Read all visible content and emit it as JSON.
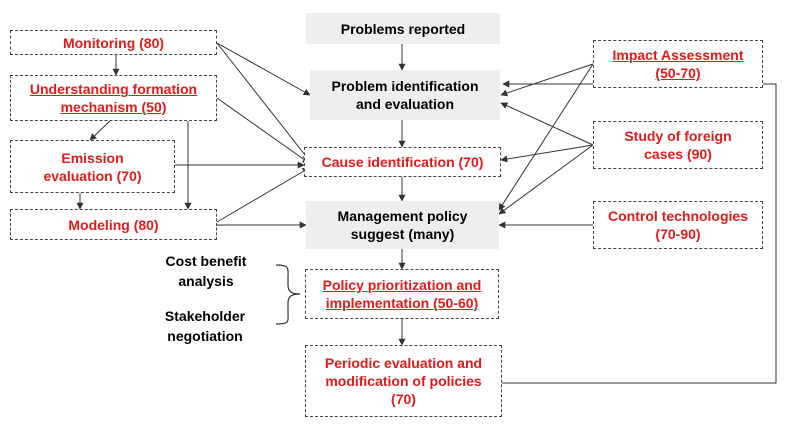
{
  "colors": {
    "red_text": "#e01b1b",
    "gray_box": "#eeeeee",
    "arrow": "#333333"
  },
  "left_column": {
    "monitoring": "Monitoring (80)",
    "understanding": "Understanding formation mechanism (50)",
    "emission": "Emission evaluation (70)",
    "modeling": "Modeling (80)"
  },
  "center_column": {
    "problems_reported": "Problems reported",
    "problem_identification": "Problem identification and evaluation",
    "cause_identification": "Cause identification (70)",
    "management_policy": "Management policy suggest (many)",
    "policy_prioritization": "Policy prioritization and implementation (50-60)",
    "periodic_evaluation": "Periodic evaluation and modification of policies (70)"
  },
  "right_column": {
    "impact_assessment": "Impact Assessment (50-70)",
    "foreign_cases": "Study of foreign cases (90)",
    "control_technologies": "Control technologies (70-90)"
  },
  "side_notes": {
    "cost_benefit": "Cost benefit analysis",
    "stakeholder": "Stakeholder negotiation"
  }
}
